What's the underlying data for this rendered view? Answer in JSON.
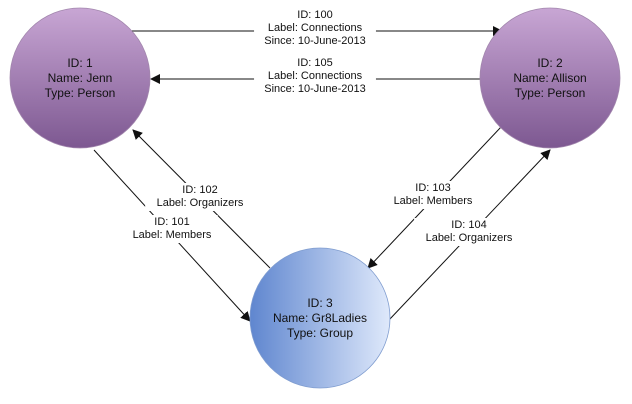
{
  "colors": {
    "person_top": "#c8a6d4",
    "person_bottom": "#7d5891",
    "group_left": "#5f86cf",
    "group_right": "#dfe9fb",
    "edge": "#111111"
  },
  "nodes": [
    {
      "key": "jenn",
      "fill": "person",
      "lines": [
        "ID: 1",
        "Name: Jenn",
        "Type: Person"
      ]
    },
    {
      "key": "allison",
      "fill": "person",
      "lines": [
        "ID: 2",
        "Name: Allison",
        "Type: Person"
      ]
    },
    {
      "key": "gr8ladies",
      "fill": "group",
      "lines": [
        "ID: 3",
        "Name: Gr8Ladies",
        "Type: Group"
      ]
    }
  ],
  "edges": [
    {
      "key": "e100",
      "from": "jenn",
      "to": "allison",
      "lines": [
        "ID: 100",
        "Label: Connections",
        "Since: 10-June-2013"
      ]
    },
    {
      "key": "e105",
      "from": "allison",
      "to": "jenn",
      "lines": [
        "ID: 105",
        "Label: Connections",
        "Since: 10-June-2013"
      ]
    },
    {
      "key": "e102",
      "from": "gr8ladies",
      "to": "jenn",
      "lines": [
        "ID: 102",
        "Label: Organizers"
      ]
    },
    {
      "key": "e101",
      "from": "jenn",
      "to": "gr8ladies",
      "lines": [
        "ID: 101",
        "Label: Members"
      ]
    },
    {
      "key": "e103",
      "from": "allison",
      "to": "gr8ladies",
      "lines": [
        "ID: 103",
        "Label: Members"
      ]
    },
    {
      "key": "e104",
      "from": "gr8ladies",
      "to": "allison",
      "lines": [
        "ID: 104",
        "Label: Organizers"
      ]
    }
  ]
}
